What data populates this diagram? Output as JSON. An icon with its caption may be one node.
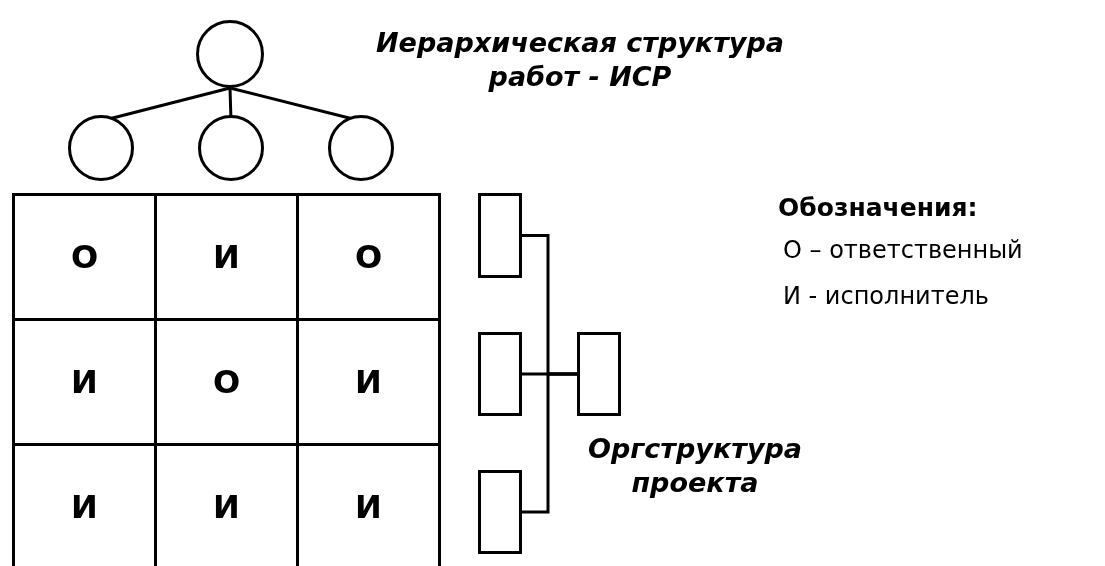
{
  "diagram": {
    "nodes": [
      {
        "text": [],
        "shape": "circle"
      },
      {
        "text": [],
        "shape": "circle"
      },
      {
        "text": [],
        "shape": "circle"
      },
      {
        "text": [],
        "shape": "circle"
      },
      {
        "text": [],
        "shape": "box"
      },
      {
        "text": [],
        "shape": "box"
      },
      {
        "text": [],
        "shape": "box"
      },
      {
        "text": [],
        "shape": "box"
      }
    ],
    "edges": [
      {
        "from": 0,
        "to": 1,
        "arrow": "none"
      },
      {
        "from": 0,
        "to": 2,
        "arrow": "none"
      },
      {
        "from": 0,
        "to": 3,
        "arrow": "none"
      },
      {
        "from": 7,
        "to": 4,
        "arrow": "none"
      },
      {
        "from": 7,
        "to": 5,
        "arrow": "none"
      },
      {
        "from": 7,
        "to": 6,
        "arrow": "none"
      }
    ],
    "labels": [
      "Иерархическая структура работ - ИСР",
      "О",
      "И",
      "О",
      "И",
      "О",
      "И",
      "И",
      "И",
      "И",
      "Оргструктура проекта",
      "Обозначения:",
      "О – ответственный",
      "И - исполнитель"
    ]
  }
}
